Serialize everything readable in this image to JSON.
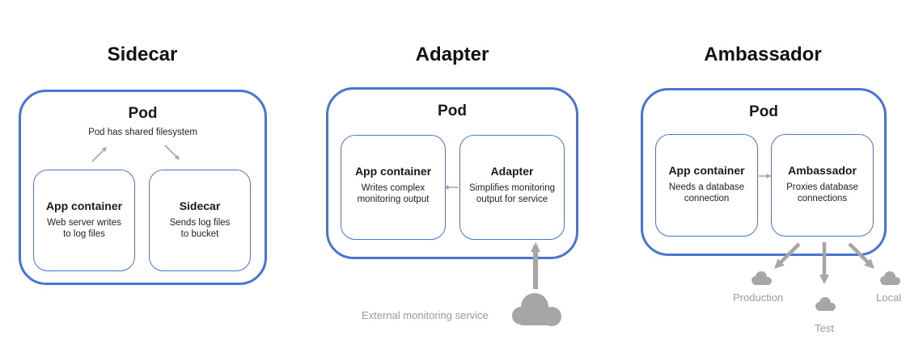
{
  "sidecar": {
    "heading": "Sidecar",
    "pod_title": "Pod",
    "pod_note": "Pod has shared filesystem",
    "app": {
      "title": "App container",
      "desc_line1": "Web server writes",
      "desc_line2": "to log files"
    },
    "sidecar": {
      "title": "Sidecar",
      "desc_line1": "Sends log files",
      "desc_line2": "to bucket"
    }
  },
  "adapter": {
    "heading": "Adapter",
    "pod_title": "Pod",
    "app": {
      "title": "App container",
      "desc_line1": "Writes complex",
      "desc_line2": "monitoring output"
    },
    "adapter": {
      "title": "Adapter",
      "desc_line1": "Simplifies monitoring",
      "desc_line2": "output for service"
    },
    "external_label": "External monitoring service"
  },
  "ambassador": {
    "heading": "Ambassador",
    "pod_title": "Pod",
    "app": {
      "title": "App container",
      "desc_line1": "Needs a database",
      "desc_line2": "connection"
    },
    "ambassador": {
      "title": "Ambassador",
      "desc_line1": "Proxies database",
      "desc_line2": "connections"
    },
    "targets": {
      "production": "Production",
      "test": "Test",
      "local": "Local"
    }
  },
  "colors": {
    "accent": "#4a74d4",
    "arrow": "#a6a6a6",
    "muted_text": "#9a9a9a"
  },
  "icons": [
    "arrow-icon",
    "cloud-icon"
  ]
}
